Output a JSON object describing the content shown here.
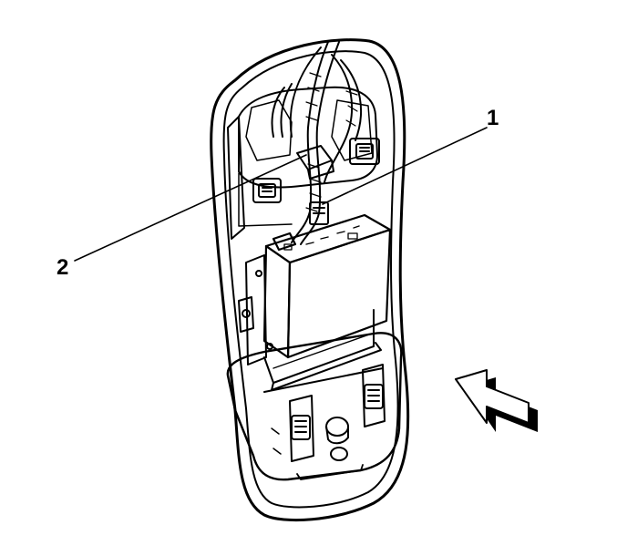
{
  "callouts": [
    {
      "id": "1",
      "label": "1"
    },
    {
      "id": "2",
      "label": "2"
    }
  ],
  "colors": {
    "ink": "#000000",
    "background": "#ffffff",
    "arrow_shadow": "#000000"
  },
  "icons": [
    "direction-arrow-icon"
  ]
}
